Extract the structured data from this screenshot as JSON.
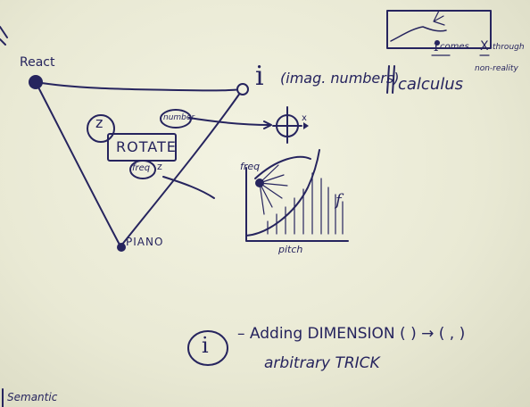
{
  "sketch": {
    "vertex_react": "React",
    "vertex_piano": "PIANO",
    "vertex_i": "i",
    "i_note": "(imag. numbers)",
    "calculus": "calculus",
    "rotate_box": "ROTATE",
    "input_number": "number",
    "input_z": "z",
    "input_freq": "freq",
    "freq_z": "z",
    "axis_x": "x",
    "graph_freq": "freq",
    "graph_pitch": "pitch",
    "graph_f": "f",
    "corner_i": "i",
    "corner_comes": "comes",
    "corner_x": "X",
    "corner_through": "through",
    "corner_nonreality": "non-reality",
    "note_symbol": "i",
    "note_line1": "– Adding DIMENSION ( ) → ( , )",
    "note_line2": "arbitrary TRICK",
    "footer": "Semantic"
  },
  "colors": {
    "ink": "#26245e",
    "paper": "#efefdc"
  }
}
